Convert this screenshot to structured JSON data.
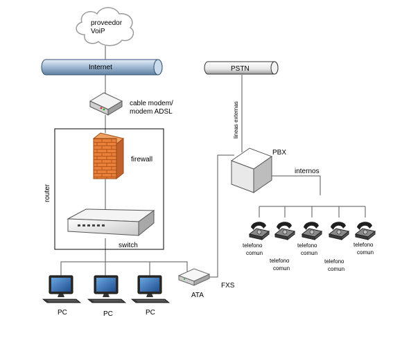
{
  "voip_provider": {
    "line1": "proveedor",
    "line2": "VoiP"
  },
  "internet_label": "Internet",
  "pstn_label": "PSTN",
  "external_lines_label": "lineas externas",
  "modem": {
    "line1": "cable modem/",
    "line2": "modem ADSL"
  },
  "firewall_label": "firewall",
  "router_label": "router",
  "switch_label": "switch",
  "pbx_label": "PBX",
  "internos_label": "internos",
  "phones": [
    {
      "line1": "telefono",
      "line2": "comun"
    },
    {
      "line1": "telefono",
      "line2": "comun"
    },
    {
      "line1": "telefono",
      "line2": "comun"
    },
    {
      "line1": "telefono",
      "line2": "comun"
    },
    {
      "line1": "telefono",
      "line2": "comun"
    }
  ],
  "pcs": [
    "PC",
    "PC",
    "PC"
  ],
  "ata_label": "ATA",
  "fxs_label": "FXS",
  "colors": {
    "pipe_fill": "#b9cde0",
    "pipe_stroke": "#2f4f6f",
    "firewall_brick": "#e8803a",
    "wire": "#555555",
    "monitor_screen": "#2f6fb5"
  }
}
